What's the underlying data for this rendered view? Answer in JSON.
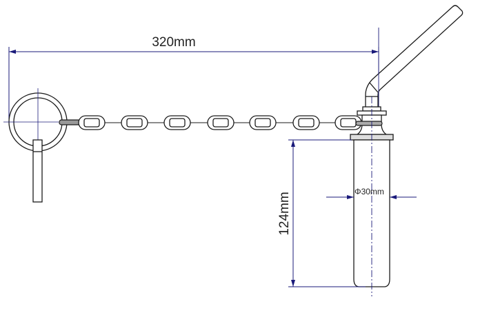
{
  "drawing": {
    "length_label": "320mm",
    "height_label": "124mm",
    "diameter_label": "Φ30mm"
  },
  "colors": {
    "outline": "#1a1a1a",
    "dimension": "#1a1a7a"
  }
}
